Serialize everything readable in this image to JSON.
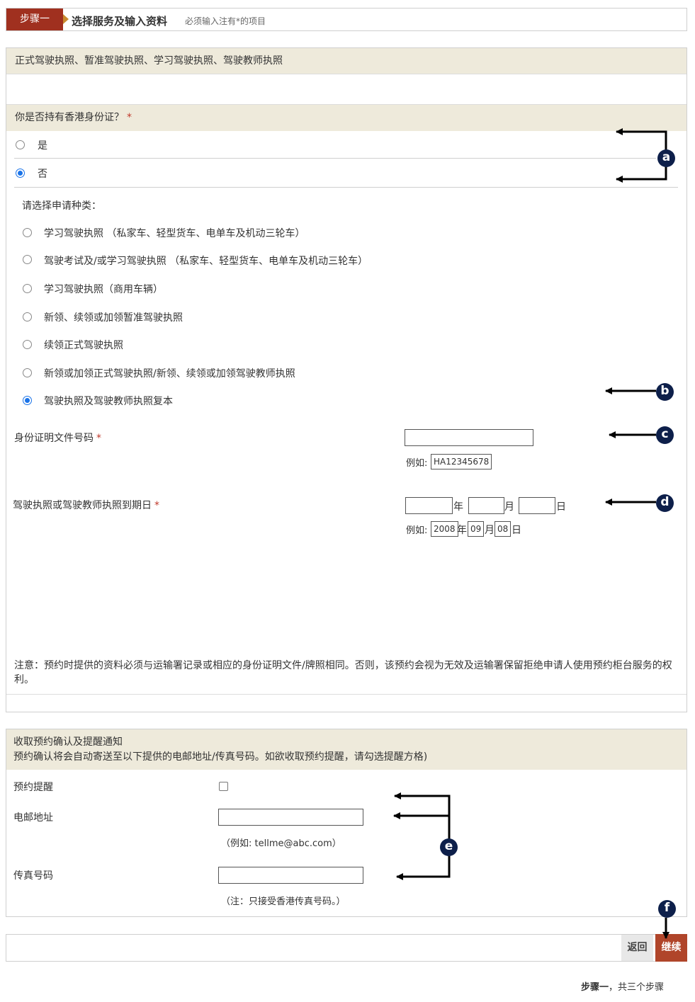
{
  "step_header": {
    "badge": "步骤一",
    "title": "选择服务及输入资料",
    "note": "必须输入注有*的项目"
  },
  "services_bar": "正式驾驶执照、暂准驾驶执照、学习驾驶执照、驾驶教师执照",
  "hkid_question": {
    "label": "你是否持有香港身份证？",
    "required": "*",
    "options": [
      {
        "label": "是",
        "checked": false
      },
      {
        "label": "否",
        "checked": true
      }
    ]
  },
  "application_type": {
    "label": "请选择申请种类：",
    "options": [
      {
        "label": "学习驾驶执照 （私家车、轻型货车、电单车及机动三轮车）",
        "checked": false
      },
      {
        "label": "驾驶考试及/或学习驾驶执照 （私家车、轻型货车、电单车及机动三轮车）",
        "checked": false
      },
      {
        "label": "学习驾驶执照（商用车辆）",
        "checked": false
      },
      {
        "label": "新领、续领或加领暂准驾驶执照",
        "checked": false
      },
      {
        "label": "续领正式驾驶执照",
        "checked": false
      },
      {
        "label": "新领或加领正式驾驶执照/新领、续领或加领驾驶教师执照",
        "checked": false
      },
      {
        "label": "驾驶执照及驾驶教师执照复本",
        "checked": true
      }
    ]
  },
  "id_number": {
    "label": "身份证明文件号码",
    "required": "*",
    "value": "",
    "example_label": "例如:",
    "example": "HA12345678"
  },
  "expiry_date": {
    "label": "驾驶执照或驾驶教师执照到期日",
    "required": "*",
    "year_unit": "年",
    "month_unit": "月",
    "day_unit": "日",
    "example_label": "例如:",
    "example_year": "2008",
    "example_month": "09",
    "example_day": "08"
  },
  "notice": "注意：预约时提供的资料必须与运输署记录或相应的身份证明文件/牌照相同。否则，该预约会视为无效及运输署保留拒绝申请人使用预约柜台服务的权利。",
  "notification": {
    "title": "收取预约确认及提醒通知",
    "subtitle": "预约确认将会自动寄送至以下提供的电邮地址/传真号码。如欲收取预约提醒，请勾选提醒方格)",
    "reminder_label": "预约提醒",
    "reminder_checked": false,
    "email_label": "电邮地址",
    "email_hint": "（例如: tellme@abc.com）",
    "fax_label": "传真号码",
    "fax_hint": "（注：只接受香港传真号码。）"
  },
  "footer": {
    "back_label": "返回",
    "continue_label": "继续",
    "progress_bold": "步骤一",
    "progress_rest": "，共三个步骤"
  },
  "annotations": [
    "a",
    "b",
    "c",
    "d",
    "e",
    "f"
  ],
  "colors": {
    "badge": "#a0301f",
    "section_bar": "#eeeadb",
    "continue": "#b0452a",
    "marker": "#0d1f4a",
    "radio_checked": "#1a73e8"
  }
}
